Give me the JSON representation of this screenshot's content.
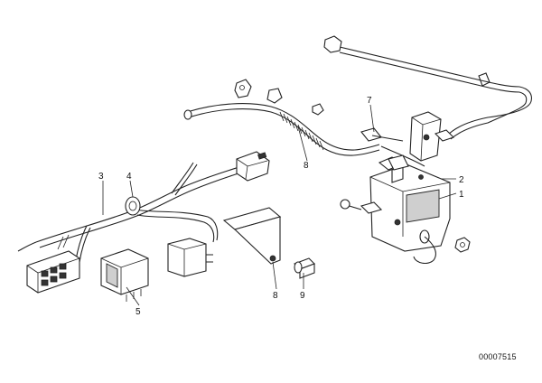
{
  "diagram": {
    "callouts": [
      {
        "id": "1",
        "label": "1"
      },
      {
        "id": "2",
        "label": "2"
      },
      {
        "id": "3",
        "label": "3"
      },
      {
        "id": "4",
        "label": "4"
      },
      {
        "id": "5",
        "label": "5"
      },
      {
        "id": "7",
        "label": "7"
      },
      {
        "id": "8a",
        "label": "8"
      },
      {
        "id": "8b",
        "label": "8"
      },
      {
        "id": "9",
        "label": "9"
      }
    ],
    "document_number": "00007515"
  }
}
